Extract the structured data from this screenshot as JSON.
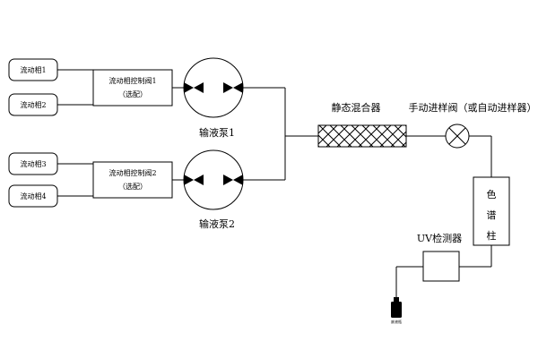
{
  "reservoirs": {
    "r1": "流动相1",
    "r2": "流动相2",
    "r3": "流动相3",
    "r4": "流动相4"
  },
  "valves": {
    "v1_line1": "流动相控制阀1",
    "v1_line2": "（选配）",
    "v2_line1": "流动相控制阀2",
    "v2_line2": "（选配）"
  },
  "pumps": {
    "p1": "输液泵1",
    "p2": "输液泵2"
  },
  "mixer": "静态混合器",
  "injector": "手动进样阀（或自动进样器）",
  "column": {
    "c1": "色",
    "c2": "谱",
    "c3": "柱"
  },
  "detector": "UV检测器",
  "waste": "废液瓶"
}
